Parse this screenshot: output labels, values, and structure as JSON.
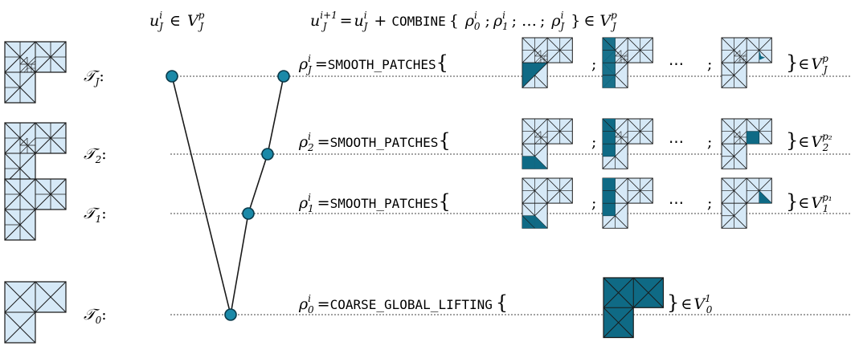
{
  "header": {
    "left": {
      "base": "u",
      "sub": "J",
      "sup": "i",
      "rel": "∈",
      "space": "V",
      "space_sub": "J",
      "space_sup": "p"
    },
    "right": {
      "lhs": {
        "base": "u",
        "sub": "J",
        "sup": "i+1"
      },
      "eq": "=",
      "term": {
        "base": "u",
        "sub": "J",
        "sup": "i"
      },
      "plus": "+",
      "op": "COMBINE",
      "open": "{",
      "args": [
        {
          "base": "ρ",
          "sub": "0",
          "sup": "i"
        },
        {
          "base": "ρ",
          "sub": "1",
          "sup": "i"
        },
        {
          "base": "ρ",
          "sub": "J",
          "sup": "i"
        }
      ],
      "sep": ";",
      "dots": "…",
      "close": "}",
      "rel": "∈",
      "space": {
        "base": "V",
        "sub": "J",
        "sup": "p"
      }
    }
  },
  "levels": [
    {
      "mesh_label": "𝒯",
      "mesh_sub": "J",
      "colon": ":",
      "rho": {
        "base": "ρ",
        "sub": "J",
        "sup": "i"
      },
      "eq": "=",
      "op": "SMOOTH_PATCHES",
      "open": "{",
      "sep": ";",
      "dots": "⋯",
      "close": "}",
      "rel": "∈",
      "space": {
        "base": "V",
        "sub": "J",
        "sup": "p"
      }
    },
    {
      "mesh_label": "𝒯",
      "mesh_sub": "2",
      "colon": ":",
      "rho": {
        "base": "ρ",
        "sub": "2",
        "sup": "i"
      },
      "eq": "=",
      "op": "SMOOTH_PATCHES",
      "open": "{",
      "sep": ";",
      "dots": "⋯",
      "close": "}",
      "rel": "∈",
      "space": {
        "base": "V",
        "sub": "2",
        "sup": "p₂"
      }
    },
    {
      "mesh_label": "𝒯",
      "mesh_sub": "1",
      "colon": ":",
      "rho": {
        "base": "ρ",
        "sub": "1",
        "sup": "i"
      },
      "eq": "=",
      "op": "SMOOTH_PATCHES",
      "open": "{",
      "sep": ";",
      "dots": "⋯",
      "close": "}",
      "rel": "∈",
      "space": {
        "base": "V",
        "sub": "1",
        "sup": "p₁"
      }
    },
    {
      "mesh_label": "𝒯",
      "mesh_sub": "0",
      "colon": ":",
      "rho": {
        "base": "ρ",
        "sub": "0",
        "sup": "i"
      },
      "eq": "=",
      "op": "COARSE_GLOBAL_LIFTING",
      "open": "{",
      "close": "}",
      "rel": "∈",
      "space": {
        "base": "V",
        "sub": "0",
        "sup": "1"
      }
    }
  ],
  "colors": {
    "light_fill": "#d6e9f7",
    "dark_fill": "#0f6a85",
    "node_fill": "#1a89a8",
    "stroke": "#1a1a1a",
    "level_line": "#444444"
  }
}
